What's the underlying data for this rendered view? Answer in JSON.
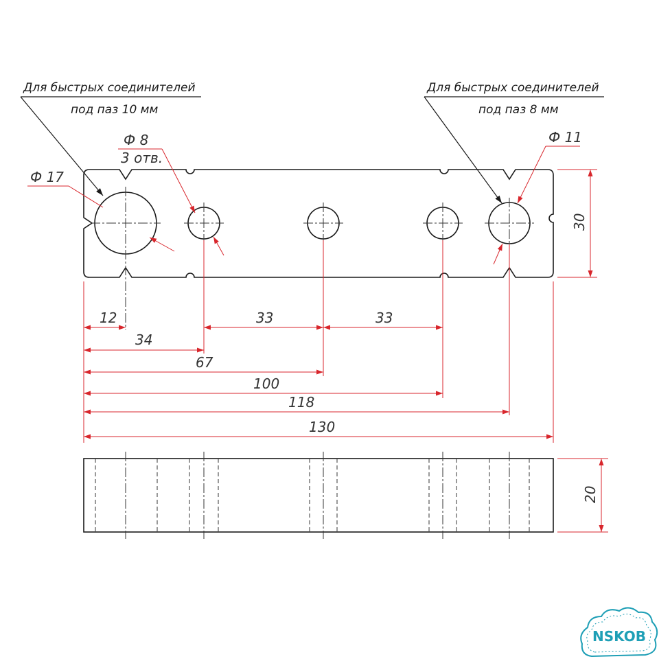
{
  "notes": {
    "left_line1": "Для быстрых соединителей",
    "left_line2": "под паз 10 мм",
    "right_line1": "Для быстрых соединителей",
    "right_line2": "под паз 8 мм"
  },
  "diameters": {
    "big": "Ф 17",
    "small": "Ф 8",
    "small_count": "3 отв.",
    "right": "Ф 11"
  },
  "dimensions": {
    "d12": "12",
    "d34": "34",
    "d33a": "33",
    "d33b": "33",
    "d67": "67",
    "d100": "100",
    "d118": "118",
    "d130": "130",
    "height": "30",
    "thickness": "20"
  },
  "logo": {
    "text": "NSKOB"
  },
  "colors": {
    "dimension": "#d8262c",
    "outline": "#1a1a1a",
    "logo": "#1e9fb6"
  }
}
